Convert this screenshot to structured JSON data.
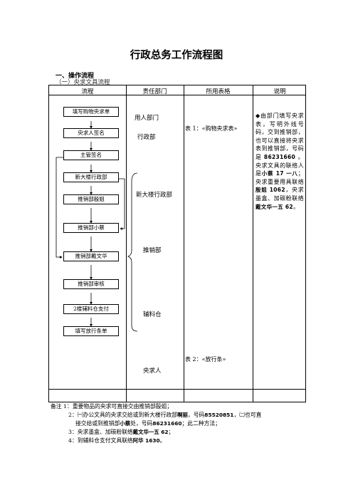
{
  "title": "行政总务工作流程图",
  "section1": "一、操作流程",
  "section1_1": "（一）央求文具流程",
  "table": {
    "headers": [
      "流程",
      "责任部门",
      "所用表格",
      "说明"
    ],
    "flow_steps": [
      "填写购物央求单",
      "央求人签名",
      "主管签名",
      "新大楼行政部",
      "推销部殷姐",
      "推销部小蔡",
      "推销部戴文华",
      "推销部审核",
      "2楼辅料仓支付",
      "填写放行条单"
    ],
    "departments": [
      "用人部门",
      "行政部",
      "新大楼行政部",
      "推销部",
      "辅料仓",
      "央求人"
    ],
    "forms": [
      "表 1：«购物央求表»",
      "表 2：«放行条»"
    ],
    "explanation": {
      "plain_1": "◆由部门填写央求表，写明外线号码，交到推销部，也可以直接将央求表到推销部，号码是",
      "phone": "86231660",
      "plain_2": "。央求文具的联络人是",
      "bold_1": "小蔡 17 一八",
      "plain_3": "；央求重要用具联络",
      "bold_2": "殷姐 1062",
      "plain_4": "，央求墨盒、加碳粉联络",
      "bold_3": "戴文华一五 62",
      "plain_5": "。"
    }
  },
  "notes": {
    "n1": "备注 1：重要物品的央求可直接交由推销部殷姐；",
    "n2a": "2：㈠办公文具的央求交给或到新大楼行政部",
    "n2_name": "啊丽",
    "n2_mid": "，号码",
    "n2_num": "85520851",
    "n2_tail": "，㈡也可直",
    "n2b_pre": "接交给或到推销部",
    "n2b_name": "小蔡",
    "n2b_mid": "处，号码",
    "n2b_num": "86231660",
    "n2b_tail": "；此二种方法；",
    "n3_pre": "3：央求墨盒、加碳粉联络",
    "n3_bold": "戴文华一五 62",
    "n3_tail": "；",
    "n4_pre": "4：到辅料仓支付文具联络",
    "n4_bold": "阿华 1630",
    "n4_tail": "。"
  }
}
